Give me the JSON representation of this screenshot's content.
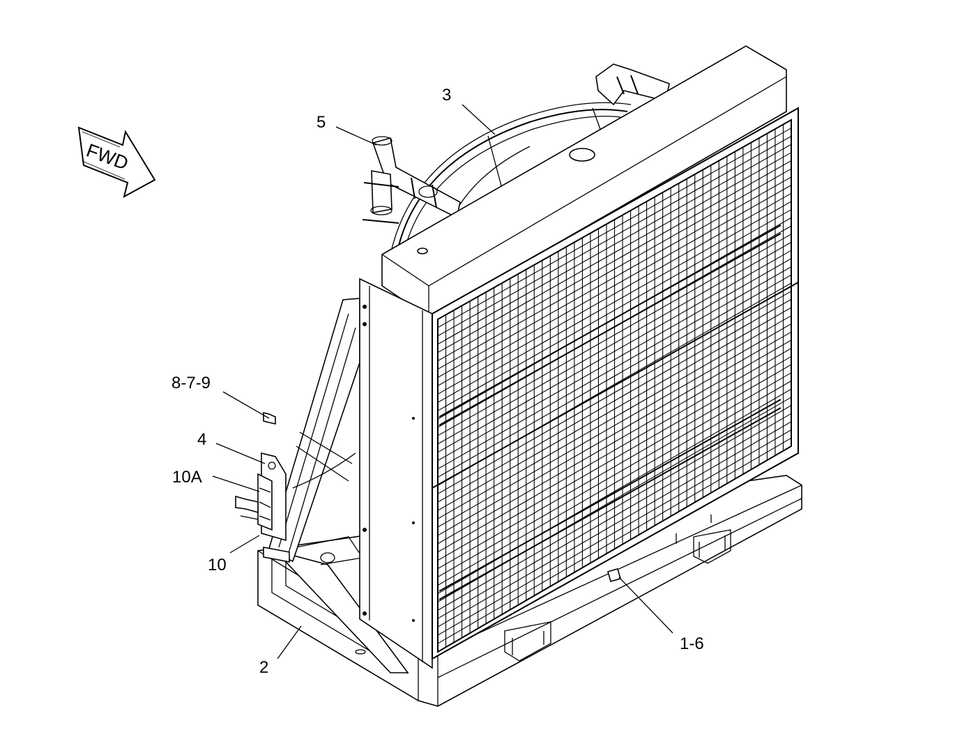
{
  "fwd_marker": {
    "label": "FWD"
  },
  "callouts": [
    {
      "id": "c3",
      "label": "3"
    },
    {
      "id": "c5",
      "label": "5"
    },
    {
      "id": "c879",
      "label": "8-7-9"
    },
    {
      "id": "c4",
      "label": "4"
    },
    {
      "id": "c10a",
      "label": "10A"
    },
    {
      "id": "c10",
      "label": "10"
    },
    {
      "id": "c2",
      "label": "2"
    },
    {
      "id": "c16",
      "label": "1-6"
    }
  ]
}
